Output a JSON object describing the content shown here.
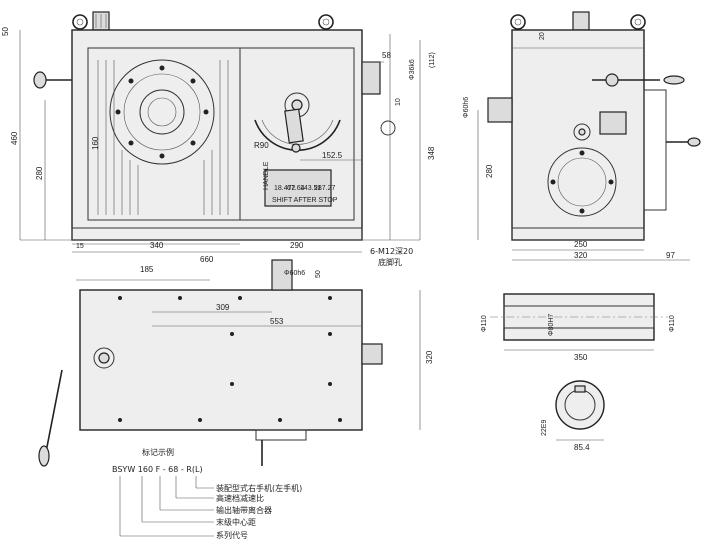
{
  "dims": {
    "front": {
      "w660": "660",
      "w340": "340",
      "w290": "290",
      "w15": "15",
      "h460": "460",
      "h280": "280",
      "h348": "348",
      "h50": "50",
      "h160": "160",
      "w58": "58",
      "d36k6": "Φ36k6",
      "h112": "(112)",
      "h10": "10",
      "w152": "152.5",
      "r90": "R90",
      "thread": "6-M12深20"
    },
    "side": {
      "h20": "20",
      "d60h6": "Φ60h6",
      "h280": "280",
      "w250": "250",
      "w320": "320",
      "w97": "97"
    },
    "top": {
      "w185": "185",
      "d60": "Φ60h6",
      "h50": "50",
      "w309": "309",
      "w553": "553",
      "h320": "320"
    },
    "shaft": {
      "d110a": "Φ110",
      "d80": "Φ80H7",
      "d110b": "Φ110",
      "w350": "350",
      "h22": "22E9",
      "w85": "85.4"
    }
  },
  "plate": {
    "title": "HANDLE",
    "ratios": [
      "18.472",
      "67.64",
      "143.51",
      "287.27"
    ],
    "note": "SHIFT AFTER STOP"
  },
  "annotation": {
    "heading": "标记示例",
    "code": "BSYW 160 F - 68 - R(L)",
    "bore": "底脚孔",
    "legend": [
      "装配型式右手机(左手机)",
      "高速档减速比",
      "输出轴带离合器",
      "末级中心距",
      "系列代号"
    ]
  }
}
